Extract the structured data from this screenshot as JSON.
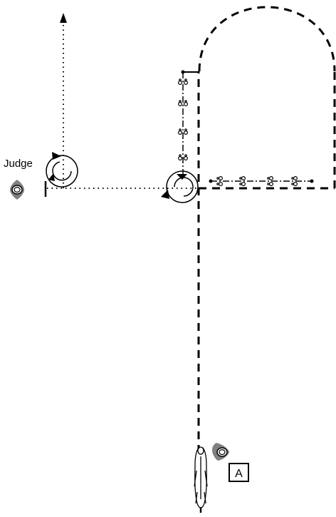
{
  "labels": {
    "judge": "Judge",
    "marker_a": "A"
  },
  "icons": {
    "judge_marker": "judge-position-icon",
    "handler_marker": "handler-position-icon",
    "dog": "dog-top-view-icon",
    "start_marker": "marker-a-sign"
  },
  "paths": {
    "dashed": "dog-heel-path",
    "dotted": "judge-walk-path",
    "dash_dot": "food-bowl-lines"
  },
  "colors": {
    "line": "#000000",
    "marker_fill": "#808080",
    "background": "#ffffff"
  }
}
